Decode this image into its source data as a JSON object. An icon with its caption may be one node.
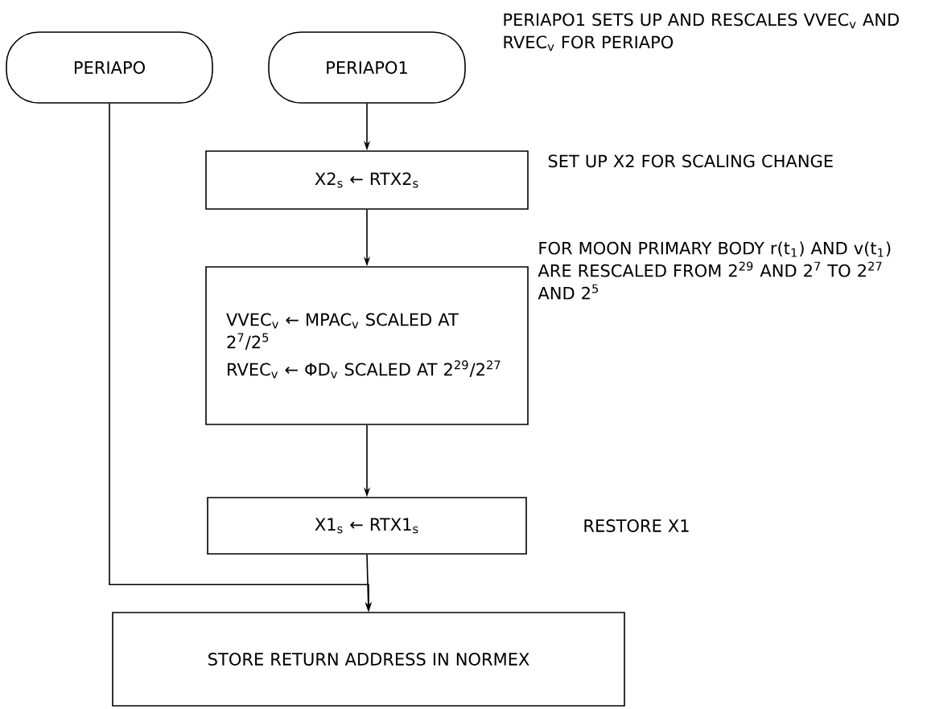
{
  "diagram": {
    "nodes": [
      {
        "text": [
          "PERIAPO"
        ]
      },
      {
        "text": [
          "PERIAPO1"
        ],
        "beside": [
          "PERIAPO1 SETS UP AND RESCALES VVEC$_{v}$ AND RVEC$_{v}$ FOR PERIAPO"
        ]
      },
      {
        "text": [
          "X2$_{s}$ ← RTX2$_{s}$"
        ],
        "beside": [
          "SET UP X2 FOR SCALING CHANGE"
        ]
      },
      {
        "text": [
          "VVEC$_{v}$ ← MPAC$_{v}$ SCALED AT 2$^{7}$/2$^{5}$",
          "RVEC$_{v}$ ← ΦD$_{v}$ SCALED AT 2$^{29}$/2$^{27}$"
        ],
        "beside": [
          "FOR MOON PRIMARY BODY r(t$_{1}$) AND v(t$_{1}$) ARE RESCALED FROM 2$^{29}$ AND 2$^{7}$ TO 2$^{27}$ AND 2$^{5}$"
        ]
      },
      {
        "text": [
          "X1$_{s}$ ← RTX1$_{s}$"
        ],
        "beside": [
          "RESTORE X1"
        ]
      },
      {
        "text": [
          "STORE RETURN ADDRESS IN NORMEX"
        ]
      }
    ],
    "edges": [
      {
        "from": 1,
        "to": 2,
        "arrow": "to"
      },
      {
        "from": 2,
        "to": 3,
        "arrow": "to"
      },
      {
        "from": 3,
        "to": 4,
        "arrow": "to"
      },
      {
        "from": 4,
        "to": 5,
        "arrow": "to"
      },
      {
        "from": 0,
        "to": 5,
        "arrow": "to"
      }
    ]
  }
}
